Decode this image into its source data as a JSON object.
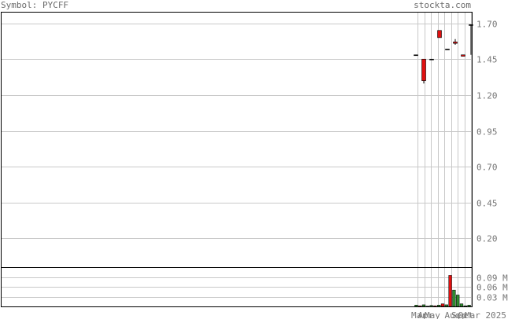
{
  "header": {
    "symbol_text": "Symbol: PYCFF",
    "site_text": "stockta.com"
  },
  "colors": {
    "up": "#2e8b2e",
    "down": "#e01010",
    "grid": "#c8c8c8",
    "frame": "#000000",
    "text": "#777777"
  },
  "chart_data": [
    {
      "type": "candlestick",
      "title": "",
      "ylim": [
        0,
        1.78
      ],
      "yticks": [
        0.2,
        0.45,
        0.7,
        0.95,
        1.2,
        1.45,
        1.7
      ],
      "ytick_labels": [
        "0.20",
        "0.45",
        "0.70",
        "0.95",
        "1.20",
        "1.45",
        "1.70"
      ],
      "grid": true,
      "series": [
        {
          "open": 1.48,
          "high": 1.48,
          "low": 1.48,
          "close": 1.48
        },
        {
          "open": 1.45,
          "high": 1.45,
          "low": 1.28,
          "close": 1.3
        },
        {
          "open": 1.45,
          "high": 1.45,
          "low": 1.45,
          "close": 1.45
        },
        {
          "open": 1.65,
          "high": 1.65,
          "low": 1.6,
          "close": 1.6
        },
        {
          "open": 1.52,
          "high": 1.52,
          "low": 1.52,
          "close": 1.52
        },
        {
          "open": 1.57,
          "high": 1.59,
          "low": 1.55,
          "close": 1.56
        },
        {
          "open": 1.48,
          "high": 1.48,
          "low": 1.47,
          "close": 1.47
        },
        {
          "open": 1.69,
          "high": 1.69,
          "low": 1.48,
          "close": 1.69
        }
      ]
    },
    {
      "type": "bar",
      "title": "",
      "ylim": [
        0,
        0.12
      ],
      "yticks": [
        0.03,
        0.06,
        0.09
      ],
      "ytick_labels": [
        "0.03 M",
        "0.06 M",
        "0.09 M"
      ],
      "values": [
        0.004,
        0.002,
        0.005,
        0.001,
        0.003,
        0.002,
        0.004,
        0.008,
        0.005,
        0.095,
        0.05,
        0.035,
        0.008,
        0.002,
        0.004
      ],
      "colors": [
        "up",
        "down",
        "up",
        "down",
        "up",
        "down",
        "up",
        "down",
        "up",
        "down",
        "up",
        "up",
        "up",
        "up",
        "up"
      ],
      "xtick_labels": [
        "Mar",
        "Apr",
        "May",
        "Aug",
        "Sep",
        "Oct",
        "Mar 2025"
      ],
      "xtick_pos": [
        0,
        1,
        2,
        5,
        6,
        7,
        8
      ]
    }
  ]
}
